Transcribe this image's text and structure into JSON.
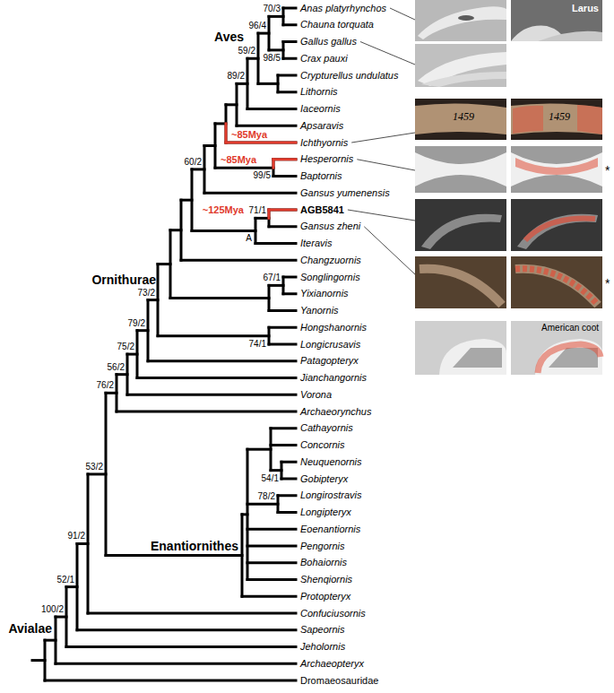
{
  "diagram": {
    "labels": [
      "Anas platyrhynchos",
      "Chauna torquata",
      "Gallus gallus",
      "Crax pauxi",
      "Crypturellus undulatus",
      "Lithornis",
      "Iaceornis",
      "Apsaravis",
      "Ichthyornis",
      "Hesperornis",
      "Baptornis",
      "Gansus yumenensis",
      "AGB5841",
      "Gansus zheni",
      "Iteravis",
      "Changzuornis",
      "Songlingornis",
      "Yixianornis",
      "Yanornis",
      "Hongshanornis",
      "Longicrusavis",
      "Patagopteryx",
      "Jianchangornis",
      "Vorona",
      "Archaeorynchus",
      "Cathayornis",
      "Concornis",
      "Neuquenornis",
      "Gobipteryx",
      "Longirostravis",
      "Longipteryx",
      "Eoenantiornis",
      "Pengornis",
      "Bohaiornis",
      "Shenqiornis",
      "Protopteryx",
      "Confuciusornis",
      "Sapeornis",
      "Jeholornis",
      "Archaeopteryx",
      "Dromaeosauridae",
      "Aves",
      "Ornithurae",
      "Enantiornithes",
      "Avialae",
      "70/3",
      "96/4",
      "98/5",
      "59/2",
      "89/2",
      "60/2",
      "99/5",
      "71/1",
      "67/1",
      "73/2",
      "74/1",
      "79/2",
      "75/2",
      "56/2",
      "76/2",
      "53/2",
      "91/2",
      "52/1",
      "100/2",
      "54/1",
      "78/2",
      "~85Mya",
      "~85Mya",
      "~125Mya",
      "A",
      "Larus",
      "1459",
      "1459",
      "*",
      "*",
      "American coot"
    ]
  }
}
